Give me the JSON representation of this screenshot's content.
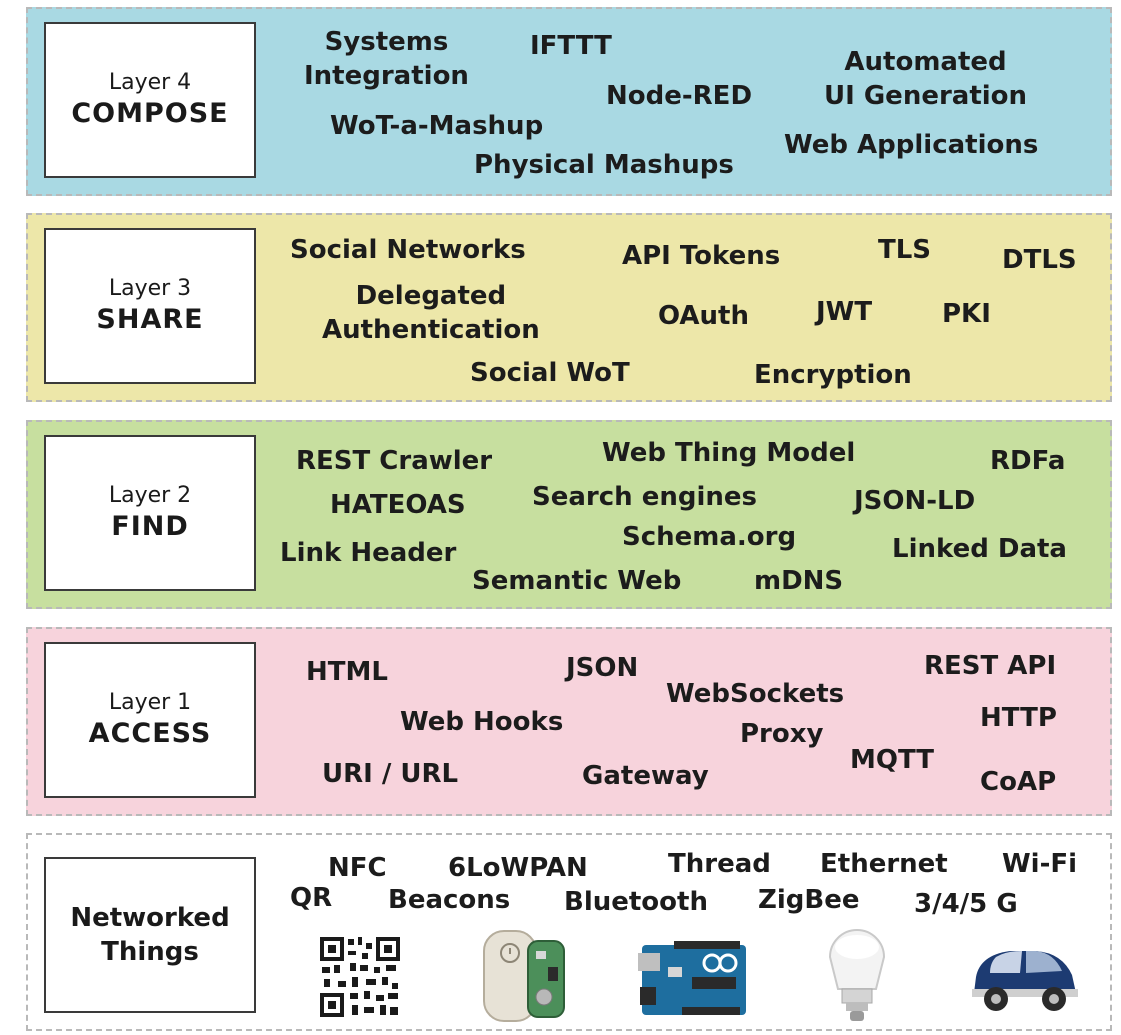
{
  "layers": [
    {
      "key": "compose",
      "num": "Layer 4",
      "name": "COMPOSE",
      "color": "#a9d9e3",
      "terms": [
        "Systems\nIntegration",
        "IFTTT",
        "Node-RED",
        "Automated\nUI Generation",
        "WoT-a-Mashup",
        "Physical Mashups",
        "Web Applications"
      ]
    },
    {
      "key": "share",
      "num": "Layer 3",
      "name": "SHARE",
      "color": "#ede7a9",
      "terms": [
        "Social Networks",
        "API Tokens",
        "TLS",
        "DTLS",
        "Delegated\nAuthentication",
        "OAuth",
        "JWT",
        "PKI",
        "Social WoT",
        "Encryption"
      ]
    },
    {
      "key": "find",
      "num": "Layer 2",
      "name": "FIND",
      "color": "#c7df9f",
      "terms": [
        "REST Crawler",
        "Web Thing Model",
        "RDFa",
        "HATEOAS",
        "Search engines",
        "JSON-LD",
        "Schema.org",
        "Link Header",
        "Linked Data",
        "Semantic Web",
        "mDNS"
      ]
    },
    {
      "key": "access",
      "num": "Layer 1",
      "name": "ACCESS",
      "color": "#f7d3dc",
      "terms": [
        "HTML",
        "JSON",
        "REST API",
        "WebSockets",
        "Web Hooks",
        "Proxy",
        "HTTP",
        "URI / URL",
        "Gateway",
        "MQTT",
        "CoAP"
      ]
    }
  ],
  "things": {
    "name": "Networked\nThings",
    "terms": [
      "NFC",
      "6LoWPAN",
      "Thread",
      "Ethernet",
      "Wi-Fi",
      "QR",
      "Beacons",
      "Bluetooth",
      "ZigBee",
      "3/4/5 G"
    ],
    "icons": [
      "qr-code-icon",
      "beacon-device-icon",
      "arduino-board-icon",
      "smart-bulb-icon",
      "connected-car-icon"
    ]
  }
}
